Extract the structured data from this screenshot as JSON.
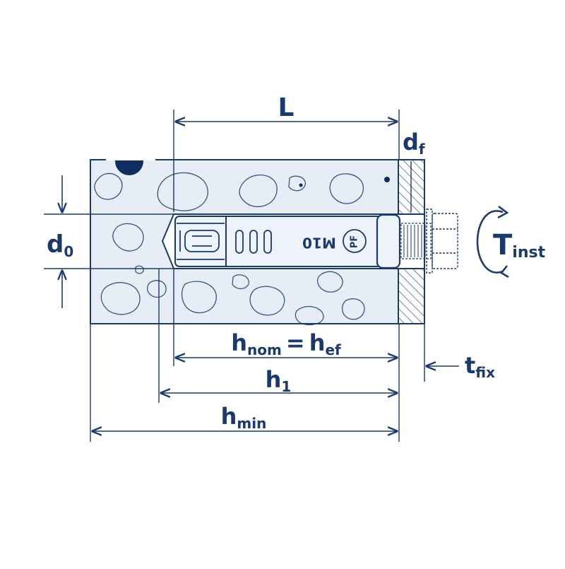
{
  "colors": {
    "ink": "#1a3a6e",
    "concrete": "#e6edf5",
    "anchor_fill": "#eef3f9",
    "dark_blue": "#0f2d60"
  },
  "labels": {
    "L": {
      "main": "L",
      "sub": ""
    },
    "d_f": {
      "main": "d",
      "sub": "f"
    },
    "d_0": {
      "main": "d",
      "sub": "0"
    },
    "T_inst": {
      "main": "T",
      "sub": "inst"
    },
    "h_nom": {
      "main": "h",
      "sub": "nom"
    },
    "equals": "=",
    "h_ef": {
      "main": "h",
      "sub": "ef"
    },
    "h_1": {
      "main": "h",
      "sub": "1"
    },
    "h_min": {
      "main": "h",
      "sub": "min"
    },
    "t_fix": {
      "main": "t",
      "sub": "fix"
    }
  },
  "anchor": {
    "size_marking": "M10",
    "logo_text": "PF"
  }
}
